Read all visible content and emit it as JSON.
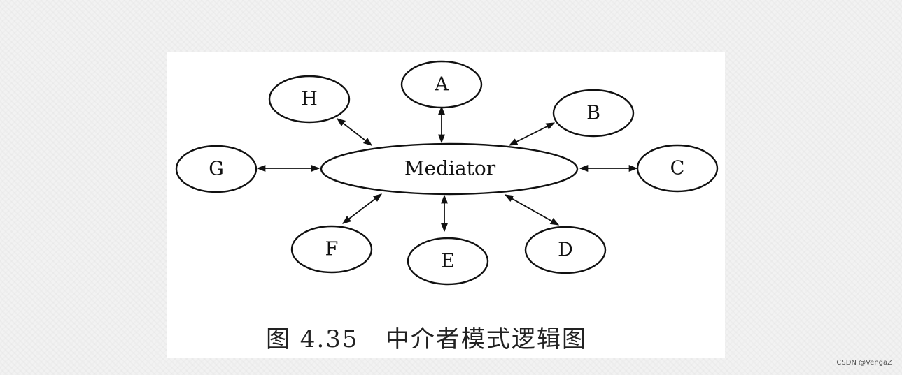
{
  "figure": {
    "caption": "图 4.35   中介者模式逻辑图"
  },
  "mediator": {
    "label": "Mediator"
  },
  "colleagues": [
    {
      "key": "A",
      "label": "A"
    },
    {
      "key": "B",
      "label": "B"
    },
    {
      "key": "C",
      "label": "C"
    },
    {
      "key": "D",
      "label": "D"
    },
    {
      "key": "E",
      "label": "E"
    },
    {
      "key": "F",
      "label": "F"
    },
    {
      "key": "G",
      "label": "G"
    },
    {
      "key": "H",
      "label": "H"
    }
  ],
  "watermark": "CSDN @VengaZ",
  "colors": {
    "stroke": "#111111",
    "node_fill": "#ffffff",
    "panel": "#ffffff",
    "page_background": "#f2f2f2"
  }
}
